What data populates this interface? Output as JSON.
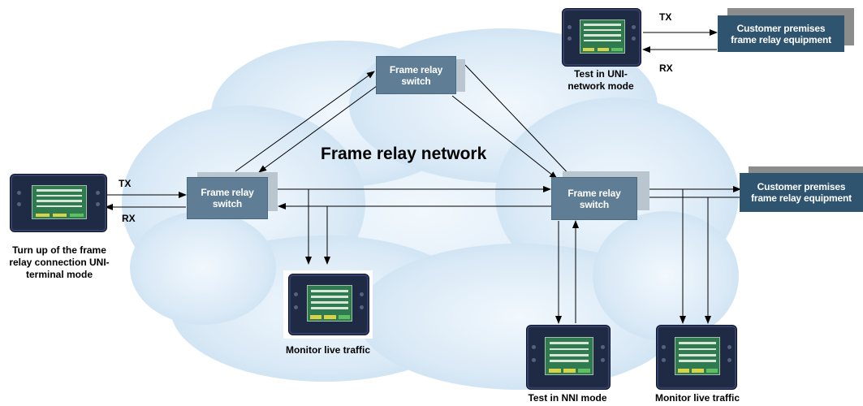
{
  "network_title": "Frame relay network",
  "switches": {
    "top": {
      "line1": "Frame relay",
      "line2": "switch"
    },
    "left": {
      "line1": "Frame relay",
      "line2": "switch"
    },
    "right": {
      "line1": "Frame relay",
      "line2": "switch"
    }
  },
  "cpe": {
    "top": {
      "line1": "Customer premises",
      "line2": "frame relay equipment"
    },
    "right": {
      "line1": "Customer premises",
      "line2": "frame relay equipment"
    }
  },
  "signals": {
    "left_tx": "TX",
    "left_rx": "RX",
    "top_tx": "TX",
    "top_rx": "RX"
  },
  "captions": {
    "left_tester": [
      "Turn up of the frame",
      "relay connection UNI-",
      "terminal mode"
    ],
    "top_tester": [
      "Test in UNI-",
      "network mode"
    ],
    "center_monitor": "Monitor live traffic",
    "nni_tester": "Test in NNI mode",
    "right_monitor": "Monitor live traffic"
  },
  "colors": {
    "switch": "#5f7e95",
    "cpe": "#2f5470",
    "cloud": "#d9e9f6",
    "device": "#1f2a45"
  }
}
